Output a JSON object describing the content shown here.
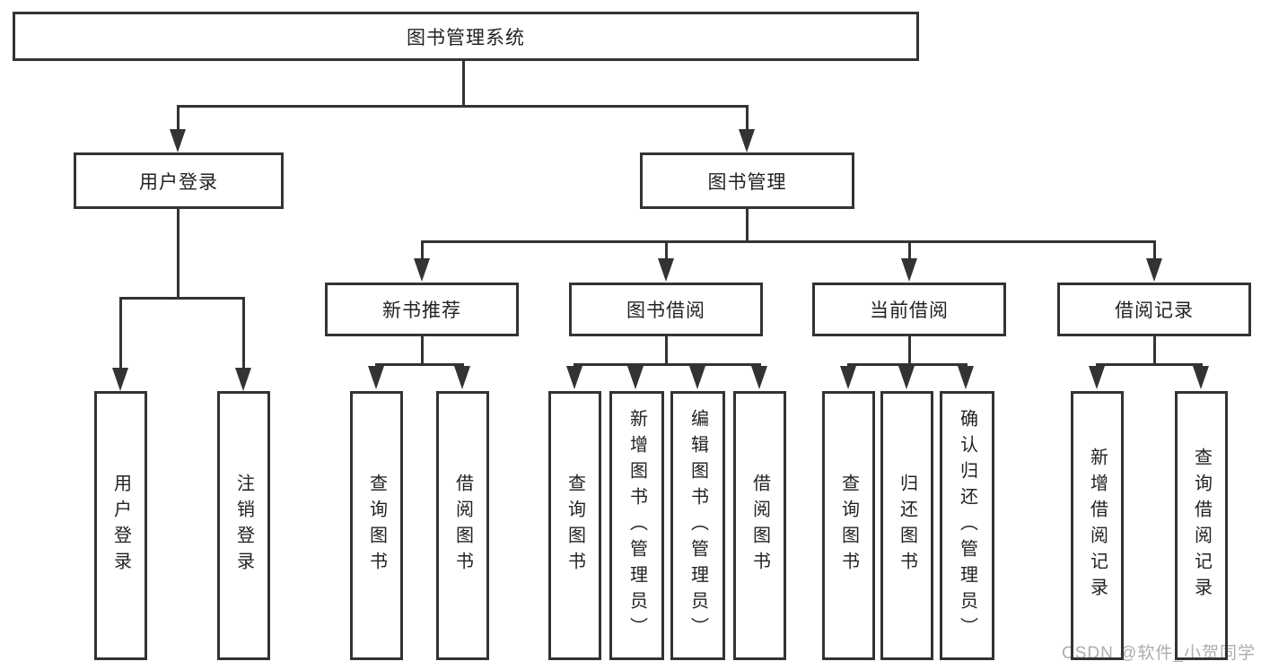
{
  "diagram": {
    "root": "图书管理系统",
    "user_login": {
      "label": "用户登录",
      "leaves": [
        "用户登录",
        "注销登录"
      ]
    },
    "book_mgmt": {
      "label": "图书管理",
      "children": [
        {
          "label": "新书推荐",
          "leaves": [
            "查询图书",
            "借阅图书"
          ]
        },
        {
          "label": "图书借阅",
          "leaves": [
            "查询图书",
            "新增图书（管理员）",
            "编辑图书（管理员）",
            "借阅图书"
          ]
        },
        {
          "label": "当前借阅",
          "leaves": [
            "查询图书",
            "归还图书",
            "确认归还（管理员）"
          ]
        },
        {
          "label": "借阅记录",
          "leaves": [
            "新增借阅记录",
            "查询借阅记录"
          ]
        }
      ]
    }
  },
  "watermark": {
    "text": "CSDN @软件_小贺同学",
    "color": "#adadad"
  },
  "colors": {
    "line": "#333333",
    "text": "#222222",
    "background": "#ffffff"
  }
}
